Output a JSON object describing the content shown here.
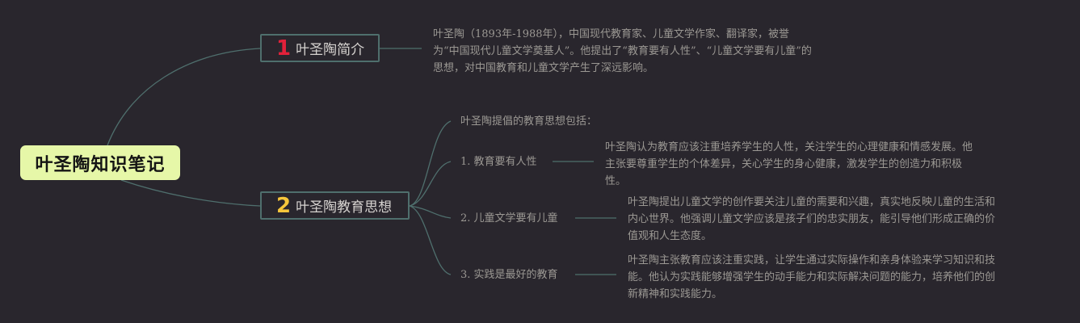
{
  "root": {
    "label": "叶圣陶知识笔记"
  },
  "branches": [
    {
      "number": "1",
      "label": "叶圣陶简介",
      "detail": "叶圣陶（1893年-1988年），中国现代教育家、儿童文学作家、翻译家，被誉\n为“中国现代儿童文学奠基人”。他提出了“教育要有人性”、“儿童文学要有儿童”的\n思想，对中国教育和儿童文学产生了深远影响。"
    },
    {
      "number": "2",
      "label": "叶圣陶教育思想",
      "intro": "叶圣陶提倡的教育思想包括：",
      "items": [
        {
          "title": "1. 教育要有人性",
          "detail": "叶圣陶认为教育应该注重培养学生的人性，关注学生的心理健康和情感发展。他\n主张要尊重学生的个体差异，关心学生的身心健康，激发学生的创造力和积极\n性。"
        },
        {
          "title": "2. 儿童文学要有儿童",
          "detail": "叶圣陶提出儿童文学的创作要关注儿童的需要和兴趣，真实地反映儿童的生活和\n内心世界。他强调儿童文学应该是孩子们的忠实朋友，能引导他们形成正确的价\n值观和人生态度。"
        },
        {
          "title": "3. 实践是最好的教育",
          "detail": "叶圣陶主张教育应该注重实践，让学生通过实际操作和亲身体验来学习知识和技\n能。他认为实践能够增强学生的动手能力和实际解决问题的能力，培养他们的创\n新精神和实践能力。"
        }
      ]
    }
  ],
  "colors": {
    "background": "#29262d",
    "root_fill": "#e6f7a8",
    "connector": "#4f6f6d",
    "number_1": "#e1213a",
    "number_2": "#f6c63b",
    "text": "#9b9893"
  }
}
